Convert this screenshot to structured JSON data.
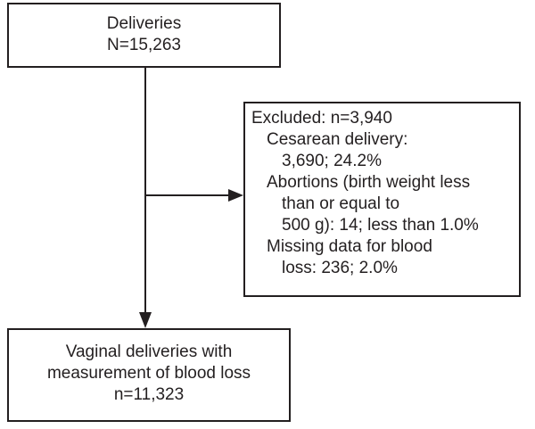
{
  "top_box": {
    "line1": "Deliveries",
    "line2": "N=15,263"
  },
  "excluded_box": {
    "title": "Excluded: n=3,940",
    "items": [
      {
        "lines": [
          "Cesarean delivery:",
          "3,690; 24.2%"
        ]
      },
      {
        "lines": [
          "Abortions (birth weight less",
          "than or equal to",
          "500 g): 14; less than 1.0%"
        ]
      },
      {
        "lines": [
          "Missing data for blood",
          "loss: 236; 2.0%"
        ]
      }
    ]
  },
  "bottom_box": {
    "line1": "Vaginal deliveries with",
    "line2": "measurement of blood loss",
    "line3": "n=11,323"
  },
  "colors": {
    "stroke": "#231f20",
    "background": "#ffffff"
  }
}
